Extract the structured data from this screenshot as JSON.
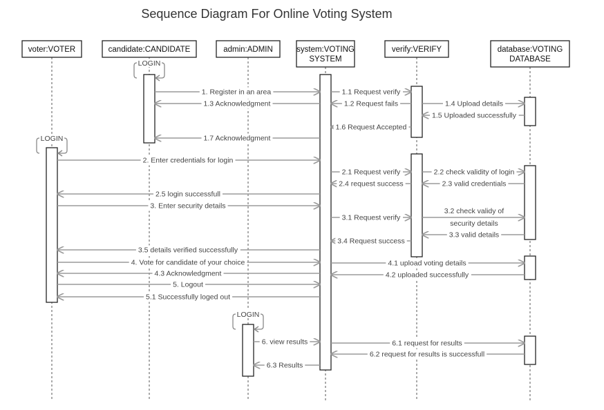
{
  "title": "Sequence Diagram For Online Voting System",
  "participants": [
    {
      "id": "voter",
      "lines": [
        "voter:VOTER"
      ]
    },
    {
      "id": "candidate",
      "lines": [
        "candidate:CANDIDATE"
      ]
    },
    {
      "id": "admin",
      "lines": [
        "admin:ADMIN"
      ]
    },
    {
      "id": "system",
      "lines": [
        "system:VOTING",
        "SYSTEM"
      ]
    },
    {
      "id": "verify",
      "lines": [
        "verify:VERIFY"
      ]
    },
    {
      "id": "database",
      "lines": [
        "database:VOTING",
        "DATABASE"
      ]
    }
  ],
  "self_calls": [
    {
      "participant": "candidate",
      "label": "LOGIN"
    },
    {
      "participant": "voter",
      "label": "LOGIN"
    },
    {
      "participant": "admin",
      "label": "LOGIN"
    }
  ],
  "messages": [
    {
      "from": "candidate",
      "to": "system",
      "label": "1. Register in an area"
    },
    {
      "from": "system",
      "to": "verify",
      "label": "1.1 Request verify"
    },
    {
      "from": "verify",
      "to": "system",
      "label": "1.2 Request fails"
    },
    {
      "from": "system",
      "to": "candidate",
      "label": "1.3 Acknowledgment"
    },
    {
      "from": "verify",
      "to": "database",
      "label": "1.4 Upload details"
    },
    {
      "from": "database",
      "to": "verify",
      "label": "1.5 Uploaded successfully"
    },
    {
      "from": "verify",
      "to": "system",
      "label": "1.6 Request Accepted"
    },
    {
      "from": "system",
      "to": "candidate",
      "label": "1.7 Acknowledgment"
    },
    {
      "from": "voter",
      "to": "system",
      "label": "2. Enter credentials for login"
    },
    {
      "from": "system",
      "to": "verify",
      "label": "2.1 Request verify"
    },
    {
      "from": "verify",
      "to": "database",
      "label": "2.2 check validity of login"
    },
    {
      "from": "database",
      "to": "verify",
      "label": "2.3 valid credentials"
    },
    {
      "from": "verify",
      "to": "system",
      "label": "2.4 request success"
    },
    {
      "from": "system",
      "to": "voter",
      "label": "2.5 login successfull"
    },
    {
      "from": "voter",
      "to": "system",
      "label": "3. Enter security details"
    },
    {
      "from": "system",
      "to": "verify",
      "label": "3.1 Request verify"
    },
    {
      "from": "verify",
      "to": "database",
      "label": "3.2 check validy of security details"
    },
    {
      "from": "database",
      "to": "verify",
      "label": "3.3 valid details"
    },
    {
      "from": "verify",
      "to": "system",
      "label": "3.4 Request success"
    },
    {
      "from": "system",
      "to": "voter",
      "label": "3.5 details verified successfully"
    },
    {
      "from": "voter",
      "to": "system",
      "label": "4. Vote for candidate of your choice"
    },
    {
      "from": "system",
      "to": "database",
      "label": "4.1 upload voting details"
    },
    {
      "from": "database",
      "to": "system",
      "label": "4.2 uploaded successfully"
    },
    {
      "from": "system",
      "to": "voter",
      "label": "4.3 Acknowledgment"
    },
    {
      "from": "voter",
      "to": "system",
      "label": "5. Logout"
    },
    {
      "from": "system",
      "to": "voter",
      "label": "5.1 Successfully loged out"
    },
    {
      "from": "admin",
      "to": "system",
      "label": "6. view results"
    },
    {
      "from": "system",
      "to": "database",
      "label": "6.1 request for results"
    },
    {
      "from": "database",
      "to": "system",
      "label": "6.2 request for results is successfull"
    },
    {
      "from": "system",
      "to": "admin",
      "label": "6.3 Results"
    }
  ]
}
